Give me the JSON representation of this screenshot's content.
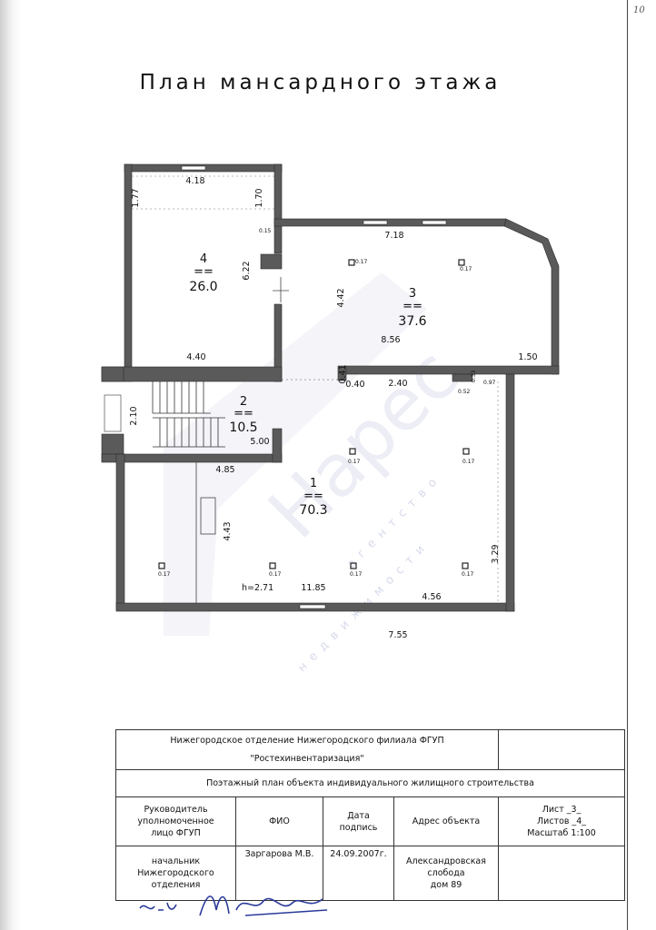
{
  "page_number": "10",
  "title": "План мансардного этажа",
  "rooms": [
    {
      "number": "4",
      "area": "26.0"
    },
    {
      "number": "3",
      "area": "37.6"
    },
    {
      "number": "2",
      "area": "10.5"
    },
    {
      "number": "1",
      "area": "70.3"
    }
  ],
  "area_marker": "==",
  "height_label": "h=2.71",
  "dimensions": {
    "d418": "4.18",
    "d177": "1.77",
    "d170": "1.70",
    "d622": "6.22",
    "d440": "4.40",
    "d718": "7.18",
    "d442": "4.42",
    "d856": "8.56",
    "d150": "1.50",
    "d041a": "0.41",
    "d040": "0.40",
    "d240": "2.40",
    "d052": "0.52",
    "d097": "0.97",
    "d033": "0.33",
    "d210": "2.10",
    "d500": "5.00",
    "d485": "4.85",
    "d443": "4.43",
    "d1185": "11.85",
    "d456": "4.56",
    "d329": "3.29",
    "d755": "7.55",
    "d015": "0.15",
    "d017": "0.17"
  },
  "watermark": {
    "logo": "Нарес",
    "line1": "агентство",
    "line2": "недвижимости"
  },
  "stamp": {
    "org": "Нижегородское отделение Нижегородского филиала ФГУП",
    "org2": "\"Ростехинвентаризация\"",
    "doc": "Поэтажный план объекта индивидуального жилищного строительства",
    "h_head": "Руководитель\nуполномоченное\nлицо ФГУП",
    "h_fio": "ФИО",
    "h_date": "Дата\nподпись",
    "h_addr": "Адрес объекта",
    "sheet": "Лист _3_\nЛистов _4_\nМасштаб 1:100",
    "r_pos": "начальник\nНижегородского\nотделения",
    "r_fio": "Заргарова М.В.",
    "r_date": "24.09.2007г.",
    "r_addr": "Александровская\nслобода\nдом 89"
  },
  "signature_text": "б-уб М.Лукинга"
}
